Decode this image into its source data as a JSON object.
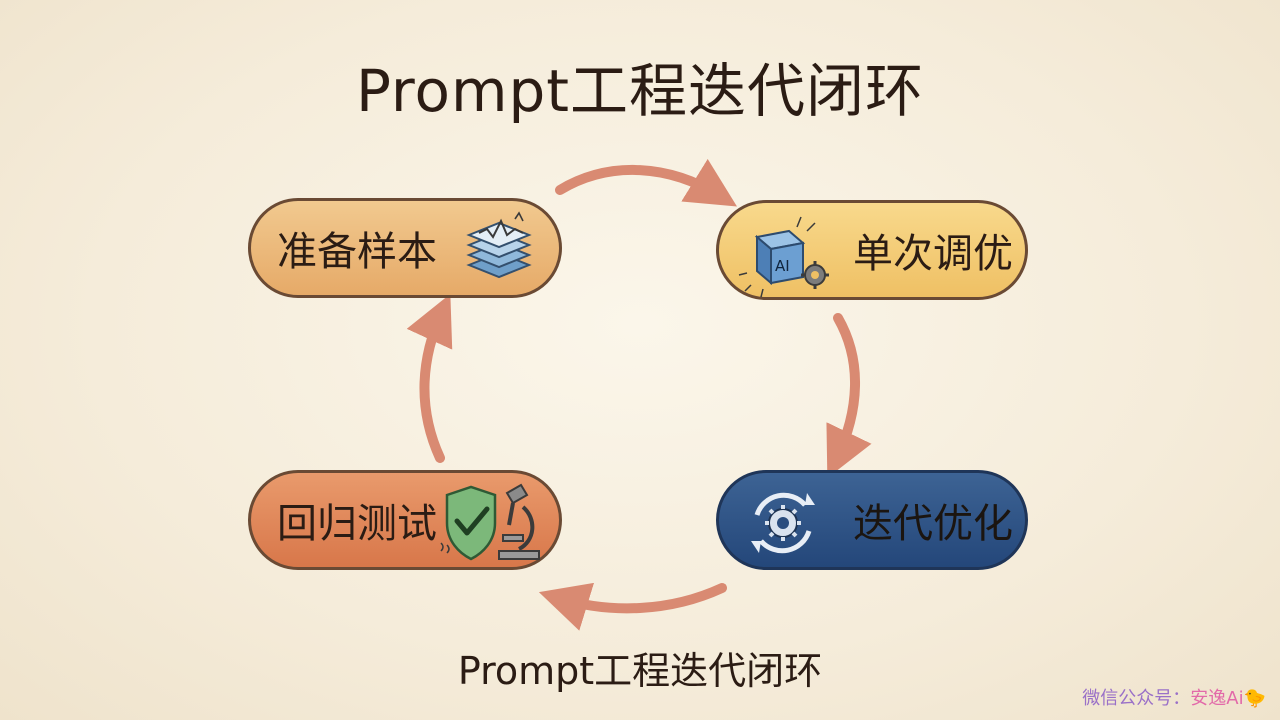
{
  "title": "Prompt工程迭代闭环",
  "caption": "Prompt工程迭代闭环",
  "steps": {
    "prepare": "准备样本",
    "tune": "单次调优",
    "iterate": "迭代优化",
    "regress": "回归测试"
  },
  "icons": {
    "prepare": "layered-stack-icon",
    "tune": "ai-chip-gear-icon",
    "ai_badge": "AI",
    "iterate": "gear-cycle-icon",
    "regress": "shield-check-microscope-icon"
  },
  "watermark": {
    "prefix": "微信公众号：",
    "brand": "安逸Ai",
    "emoji": "🐤"
  },
  "colors": {
    "prepare": "#e6aa68",
    "tune": "#efc064",
    "iterate": "#24477a",
    "regress": "#d8774a",
    "arrow": "#d98a72"
  }
}
